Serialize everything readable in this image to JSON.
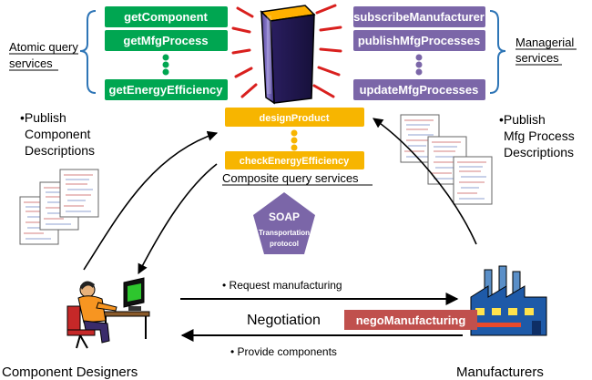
{
  "atomic": {
    "label_line1": "Atomic query",
    "label_line2": "services",
    "items": [
      "getComponent",
      "getMfgProcess",
      "getEnergyEfficiency"
    ],
    "color": "#00A651"
  },
  "managerial": {
    "label_line1": "Managerial",
    "label_line2": "services",
    "items": [
      "subscribeManufacturer",
      "publishMfgProcesses",
      "updateMfgProcesses"
    ],
    "color": "#7B66A8"
  },
  "composite": {
    "label": "Composite query services",
    "items": [
      "designProduct",
      "checkEnergyEfficiency"
    ],
    "color": "#F7B500"
  },
  "soap": {
    "title": "SOAP",
    "sub1": "Transportation",
    "sub2": "protocol",
    "color": "#7B66A8"
  },
  "left_note": [
    "•Publish",
    "Component",
    "Descriptions"
  ],
  "right_note": [
    "•Publish",
    "Mfg Process",
    "Descriptions"
  ],
  "request_label": "• Request manufacturing",
  "provide_label": "• Provide components",
  "negotiation_label": "Negotiation",
  "nego_button": "negoManufacturing",
  "nego_color": "#C0504D",
  "component_designers": "Component Designers",
  "manufacturers": "Manufacturers",
  "icons": {
    "server": "server-tower-icon",
    "designer": "designer-at-computer-icon",
    "factory": "factory-icon",
    "documents": "document-stack-icon"
  }
}
